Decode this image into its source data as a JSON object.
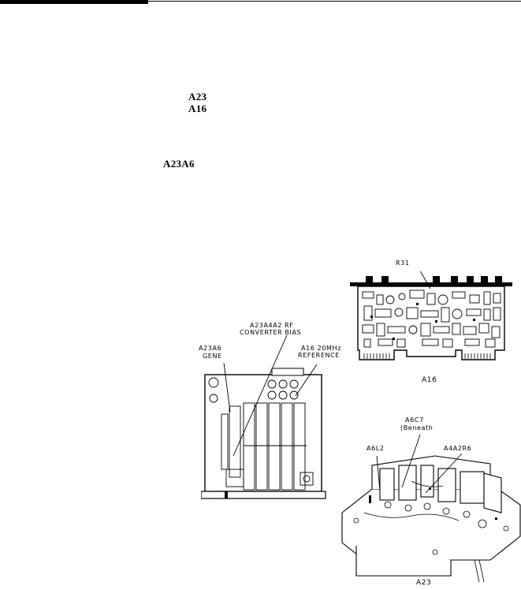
{
  "body_refs": {
    "ref1": "A23",
    "ref2": "A16",
    "ref3": "A23A6"
  },
  "figure": {
    "label_r31": "R31",
    "label_a16_board": "A16",
    "label_a23a4a2_line1": "A23A4A2 RF",
    "label_a23a4a2_line2": "CONVERTER BIAS",
    "label_a23a6_line1": "A23A6",
    "label_a23a6_line2": "GENE",
    "label_a16ref_line1": "A16 20MHz",
    "label_a16ref_line2": "REFERENCE",
    "label_a6c7_line1": "A6C7",
    "label_a6c7_line2": "(Beneath",
    "label_a6l2": "A6L2",
    "label_a4a2r6": "A4A2R6",
    "label_a23_assembly": "A23"
  }
}
